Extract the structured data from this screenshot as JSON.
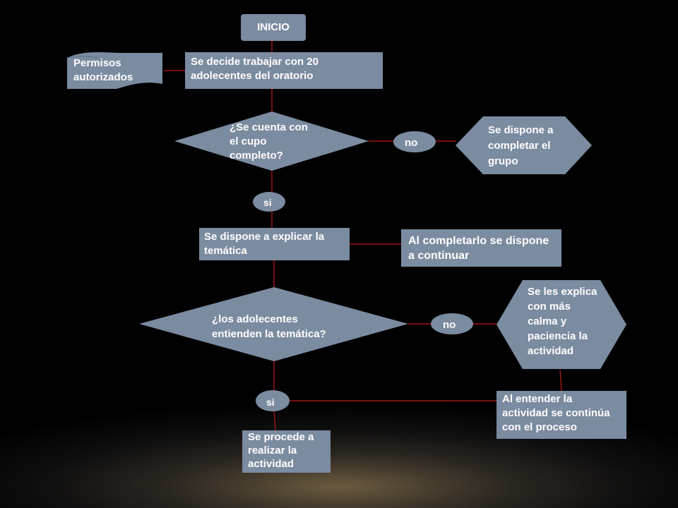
{
  "flowchart": {
    "start": "INICIO",
    "permits": "Permisos autorizados",
    "decide_work": "Se decide trabajar con 20 adolecentes del oratorio",
    "q_full_group": "¿Se cuenta con el cupo completo?",
    "no_1": "no",
    "complete_group": "Se dispone a completar el grupo",
    "si_1": "si",
    "explain_topic": "Se dispone a explicar la temática",
    "continue_after": "Al completarlo se dispone a continuar",
    "q_understand": "¿los adolecentes entienden la temática?",
    "no_2": "no",
    "explain_calm": "Se les explica con más calma y paciencia la actividad",
    "si_2": "si",
    "continue_process": "Al entender la actividad se continúa con el proceso",
    "do_activity": "Se procede a realizar la actividad"
  },
  "colors": {
    "shape_fill": "#7b8ba0",
    "connector": "#c01a1a",
    "text": "#ffffff"
  }
}
